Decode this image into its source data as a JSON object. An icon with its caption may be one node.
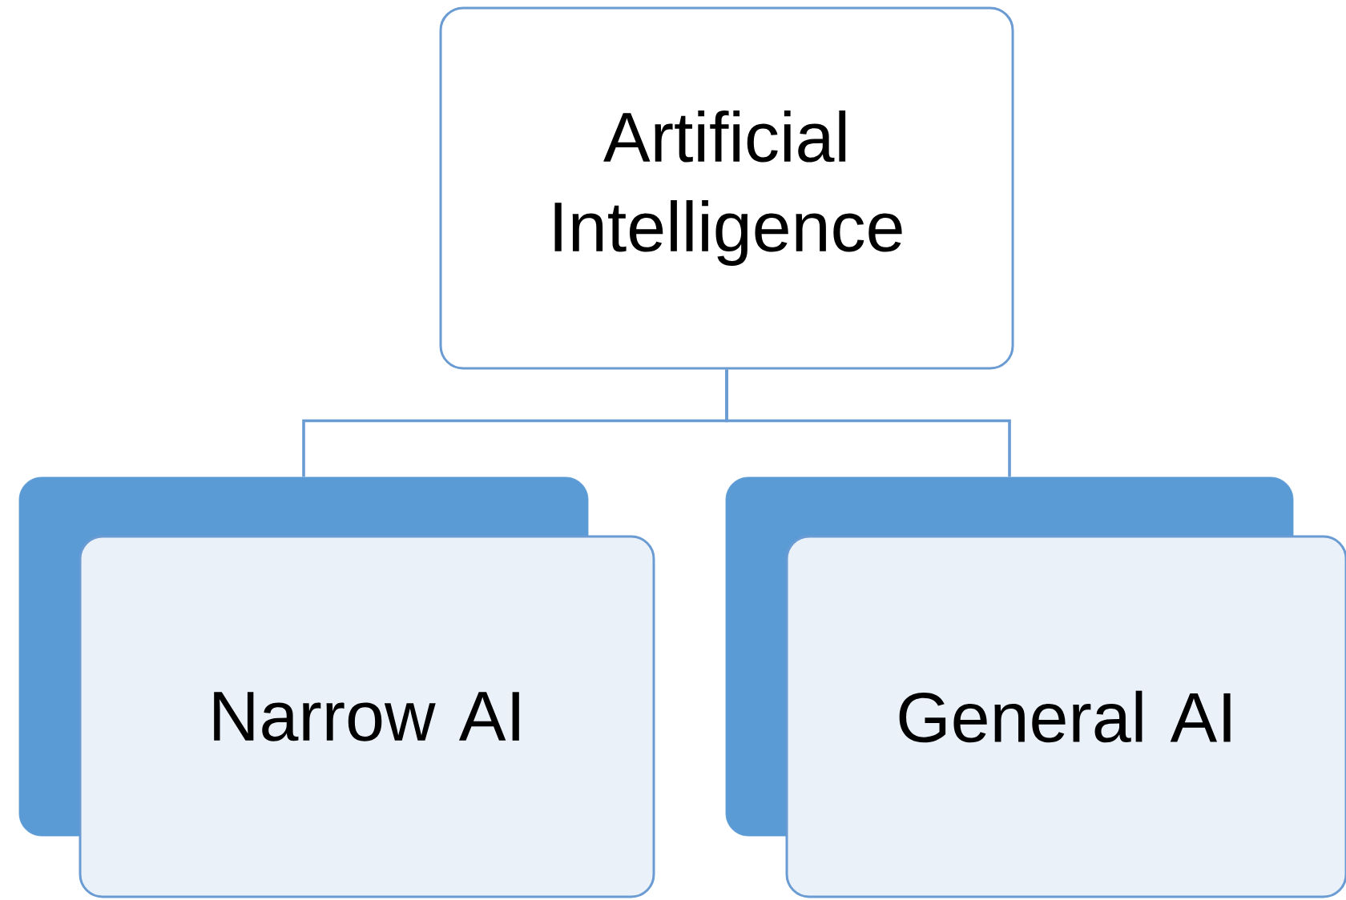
{
  "diagram": {
    "nodes": [
      {
        "text": [
          "Artificial Intelligence"
        ]
      },
      {
        "text": [
          "Narrow AI"
        ]
      },
      {
        "text": [
          "General AI"
        ]
      }
    ],
    "edges": [
      {
        "from": 0,
        "to": 1,
        "arrow": "none"
      },
      {
        "from": 0,
        "to": 2,
        "arrow": "none"
      }
    ]
  }
}
